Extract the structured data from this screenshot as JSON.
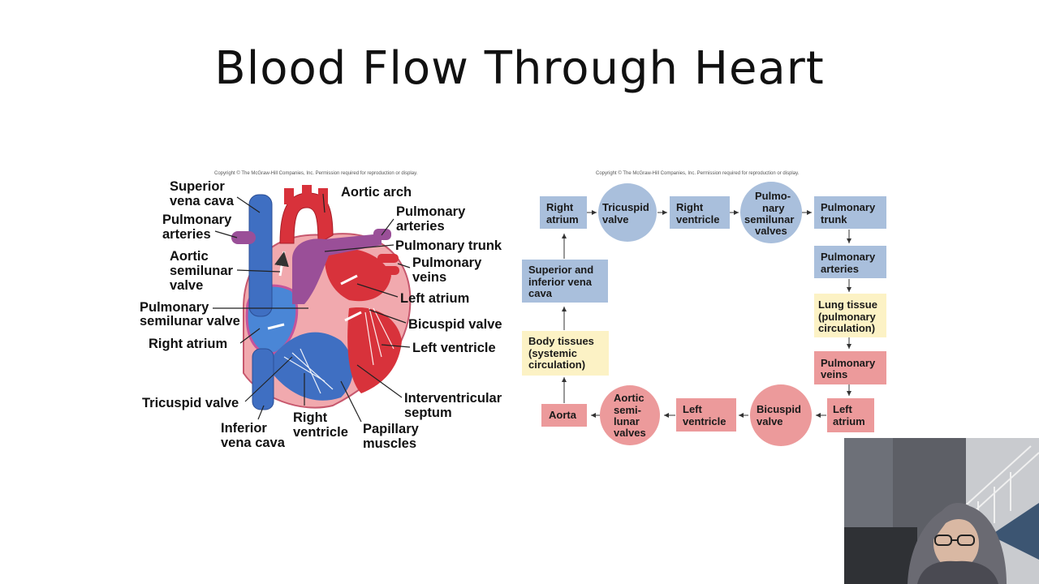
{
  "slide": {
    "title": "Blood Flow Through Heart"
  },
  "copyright_left": "Copyright © The McGraw-Hill Companies, Inc. Permission required for reproduction or display.",
  "copyright_right": "Copyright © The McGraw-Hill Companies, Inc. Permission required for reproduction or display.",
  "heart_labels": [
    [
      "Superior",
      "vena cava"
    ],
    [
      "Aortic arch"
    ],
    [
      "Pulmonary",
      "arteries"
    ],
    [
      "Pulmonary",
      "arteries"
    ],
    [
      "Pulmonary trunk"
    ],
    [
      "Aortic",
      "semilunar",
      "valve"
    ],
    [
      "Pulmonary",
      "veins"
    ],
    [
      "Left atrium"
    ],
    [
      "Pulmonary",
      "semilunar valve"
    ],
    [
      "Bicuspid valve"
    ],
    [
      "Right atrium"
    ],
    [
      "Left ventricle"
    ],
    [
      "Tricuspid valve"
    ],
    [
      "Interventricular",
      "septum"
    ],
    [
      "Inferior",
      "vena cava"
    ],
    [
      "Right",
      "ventricle"
    ],
    [
      "Papillary",
      "muscles"
    ]
  ],
  "flow_nodes": [
    [
      "Right",
      "atrium"
    ],
    [
      "Tricuspid",
      "valve"
    ],
    [
      "Right",
      "ventricle"
    ],
    [
      "Pulmo-",
      "nary",
      "semilunar",
      "valves"
    ],
    [
      "Pulmonary",
      "trunk"
    ],
    [
      "Pulmonary",
      "arteries"
    ],
    [
      "Lung tissue",
      "(pulmonary",
      "circulation)"
    ],
    [
      "Pulmonary",
      "veins"
    ],
    [
      "Left",
      "atrium"
    ],
    [
      "Bicuspid",
      "valve"
    ],
    [
      "Left",
      "ventricle"
    ],
    [
      "Aortic",
      "semi-",
      "lunar",
      "valves"
    ],
    [
      "Aorta"
    ],
    [
      "Body tissues",
      "(systemic",
      "circulation)"
    ],
    [
      "Superior and",
      "inferior vena",
      "cava"
    ]
  ],
  "colors": {
    "deoxygenated": "#a9bfdc",
    "oxygenated": "#ec9a9b",
    "tissue": "#fcf2c5",
    "vein_blue": "#3f6fc2",
    "artery_red": "#d8323b",
    "pulmonary_purple": "#9a4f98"
  },
  "webcam": {
    "description_icon": "person-video-icon"
  }
}
